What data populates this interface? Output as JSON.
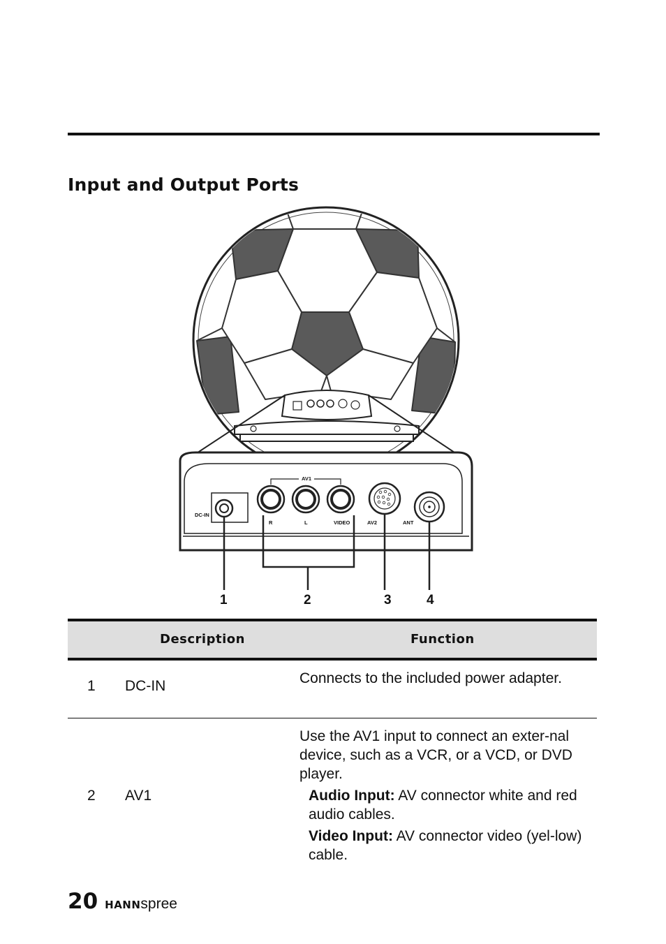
{
  "heading": "Input and Output Ports",
  "diagram": {
    "ports": {
      "dc_in": "DC-IN",
      "av1": "AV1",
      "r": "R",
      "l": "L",
      "video": "VIDEO",
      "av2": "AV2",
      "ant": "ANT"
    },
    "callouts": [
      "1",
      "2",
      "3",
      "4"
    ]
  },
  "table": {
    "headers": {
      "description": "Description",
      "function": "Function"
    },
    "rows": [
      {
        "num": "1",
        "description": "DC-IN",
        "function": "Connects to the included power adapter."
      },
      {
        "num": "2",
        "description": "AV1",
        "function": "Use the AV1 input to connect an exter-nal device, such as a VCR, or a VCD, or DVD player.",
        "audio_label": "Audio Input:",
        "audio_text": " AV connector white and red audio cables.",
        "video_label": "Video Input:",
        "video_text": " AV connector video (yel-low) cable."
      }
    ]
  },
  "footer": {
    "page_number": "20",
    "brand_strong": "HANN",
    "brand_light": "spree"
  }
}
